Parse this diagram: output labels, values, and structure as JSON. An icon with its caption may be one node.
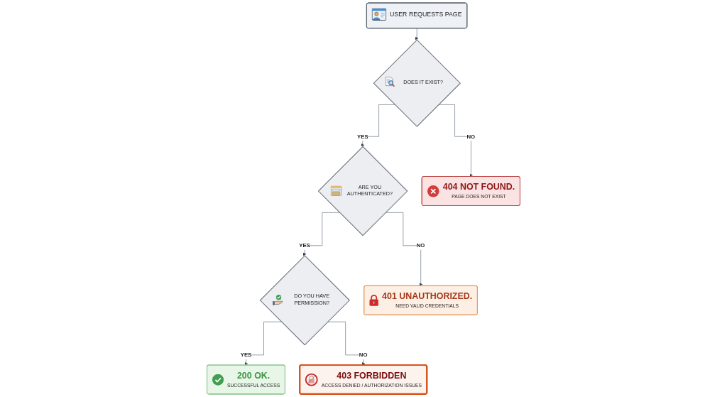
{
  "diagram": {
    "nodes": [
      {
        "text": [
          "USER REQUESTS PAGE"
        ]
      },
      {
        "text": [
          "DOES IT EXIST?"
        ]
      },
      {
        "text": [
          "404 NOT FOUND.",
          "PAGE DOES NOT EXIST"
        ]
      },
      {
        "text": [
          "ARE YOU AUTHENTICATED?"
        ]
      },
      {
        "text": [
          "401 UNAUTHORIZED.",
          "NEED VALID CREDENTIALS"
        ]
      },
      {
        "text": [
          "DO YOU HAVE PERMISSION?"
        ]
      },
      {
        "text": [
          "403 FORBIDDEN",
          "ACCESS DENIED / AUTHORIZATION ISSUES"
        ]
      },
      {
        "text": [
          "200 OK.",
          "SUCCESSFUL ACCESS"
        ]
      }
    ],
    "edges": [
      {
        "from": 0,
        "to": 1,
        "arrow": "to"
      },
      {
        "from": 1,
        "to": 3,
        "arrow": "to",
        "label": "YES"
      },
      {
        "from": 1,
        "to": 2,
        "arrow": "to",
        "label": "NO"
      },
      {
        "from": 3,
        "to": 5,
        "arrow": "to",
        "label": "YES"
      },
      {
        "from": 3,
        "to": 4,
        "arrow": "to",
        "label": "NO"
      },
      {
        "from": 5,
        "to": 7,
        "arrow": "to",
        "label": "YES"
      },
      {
        "from": 5,
        "to": 6,
        "arrow": "to",
        "label": "NO"
      }
    ]
  }
}
